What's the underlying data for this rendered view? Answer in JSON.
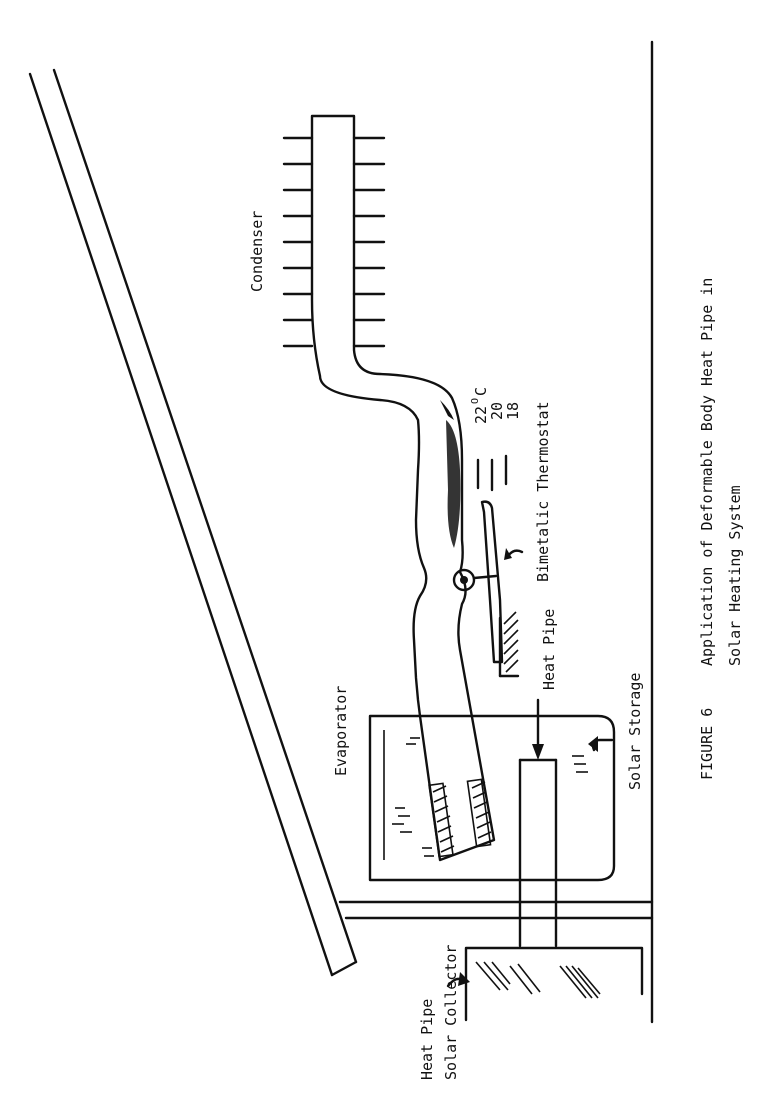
{
  "figure": {
    "number": "FIGURE 6",
    "caption_line1": "Application of Deformable Body Heat Pipe in",
    "caption_line2": "Solar Heating System"
  },
  "labels": {
    "condenser": "Condenser",
    "evaporator": "Evaporator",
    "heat_pipe": "Heat Pipe",
    "solar_storage": "Solar Storage",
    "heat_pipe_collector_line1": "Heat Pipe",
    "heat_pipe_collector_line2": "Solar Collector",
    "bimetallic_thermostat": "Bimetalic Thermostat"
  },
  "thermostat_scale": {
    "t22": "22",
    "t22_unit": "O",
    "t22_c": "C",
    "t20": "20",
    "t18": "18"
  },
  "colors": {
    "ink": "#111111",
    "paper": "#ffffff"
  }
}
